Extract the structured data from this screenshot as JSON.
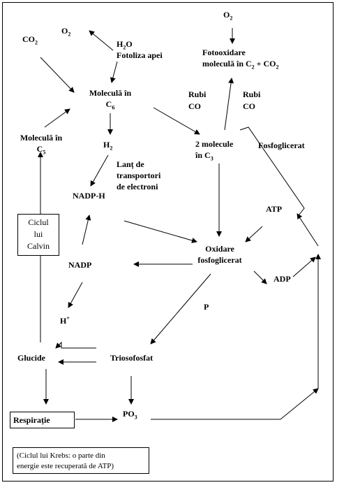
{
  "labels": {
    "co2": "CO",
    "co2_sub": "2",
    "o2_left": "O",
    "o2_left_sub": "2",
    "h2o": "H",
    "h2o_sub": "2",
    "h2o_tail": "O",
    "fotoliza": "Fotoliza apei",
    "o2_top": "O",
    "o2_top_sub": "2",
    "fotooxidare_l1": "Fotooxidare",
    "fotooxidare_l2a": "moleculă în C",
    "fotooxidare_l2b": "2",
    "fotooxidare_l2c": " + CO",
    "fotooxidare_l2d": "2",
    "molecula_c6_l1": "Moleculă în",
    "molecula_c6_l2": "C",
    "molecula_c6_sub": "6",
    "rubi1_l1": "Rubi",
    "rubi1_l2": "CO",
    "rubi2_l1": "Rubi",
    "rubi2_l2": "CO",
    "molecula_c5_l1": "Moleculă în",
    "molecula_c5_l2": "C",
    "molecula_c5_sub": "5",
    "h2": "H",
    "h2_sub": "2",
    "doua_molecule_l1": "2 molecule",
    "doua_molecule_l2": "în C",
    "doua_molecule_sub": "3",
    "fosfoglicerat": "Fosfoglicerat",
    "lant_l1": "Lanț de",
    "lant_l2": "transportori",
    "lant_l3": "de electroni",
    "nadph": "NADP-H",
    "atp": "ATP",
    "ciclul_l1": "Ciclul",
    "ciclul_l2": "lui",
    "ciclul_l3": "Calvin",
    "oxidare_l1": "Oxidare",
    "oxidare_l2": "fosfoglicerat",
    "nadp": "NADP",
    "adp": "ADP",
    "p": "P",
    "h_plus": "H",
    "h_plus_sup": "+",
    "glucide": "Glucide",
    "triosofosfat": "Triosofosfat",
    "po3": "PO",
    "po3_sub": "3",
    "respiratie": "Respirație",
    "note_l1": "(Ciclul lui Krebs: o parte din",
    "note_l2": "energie este recuperată de ATP)"
  }
}
